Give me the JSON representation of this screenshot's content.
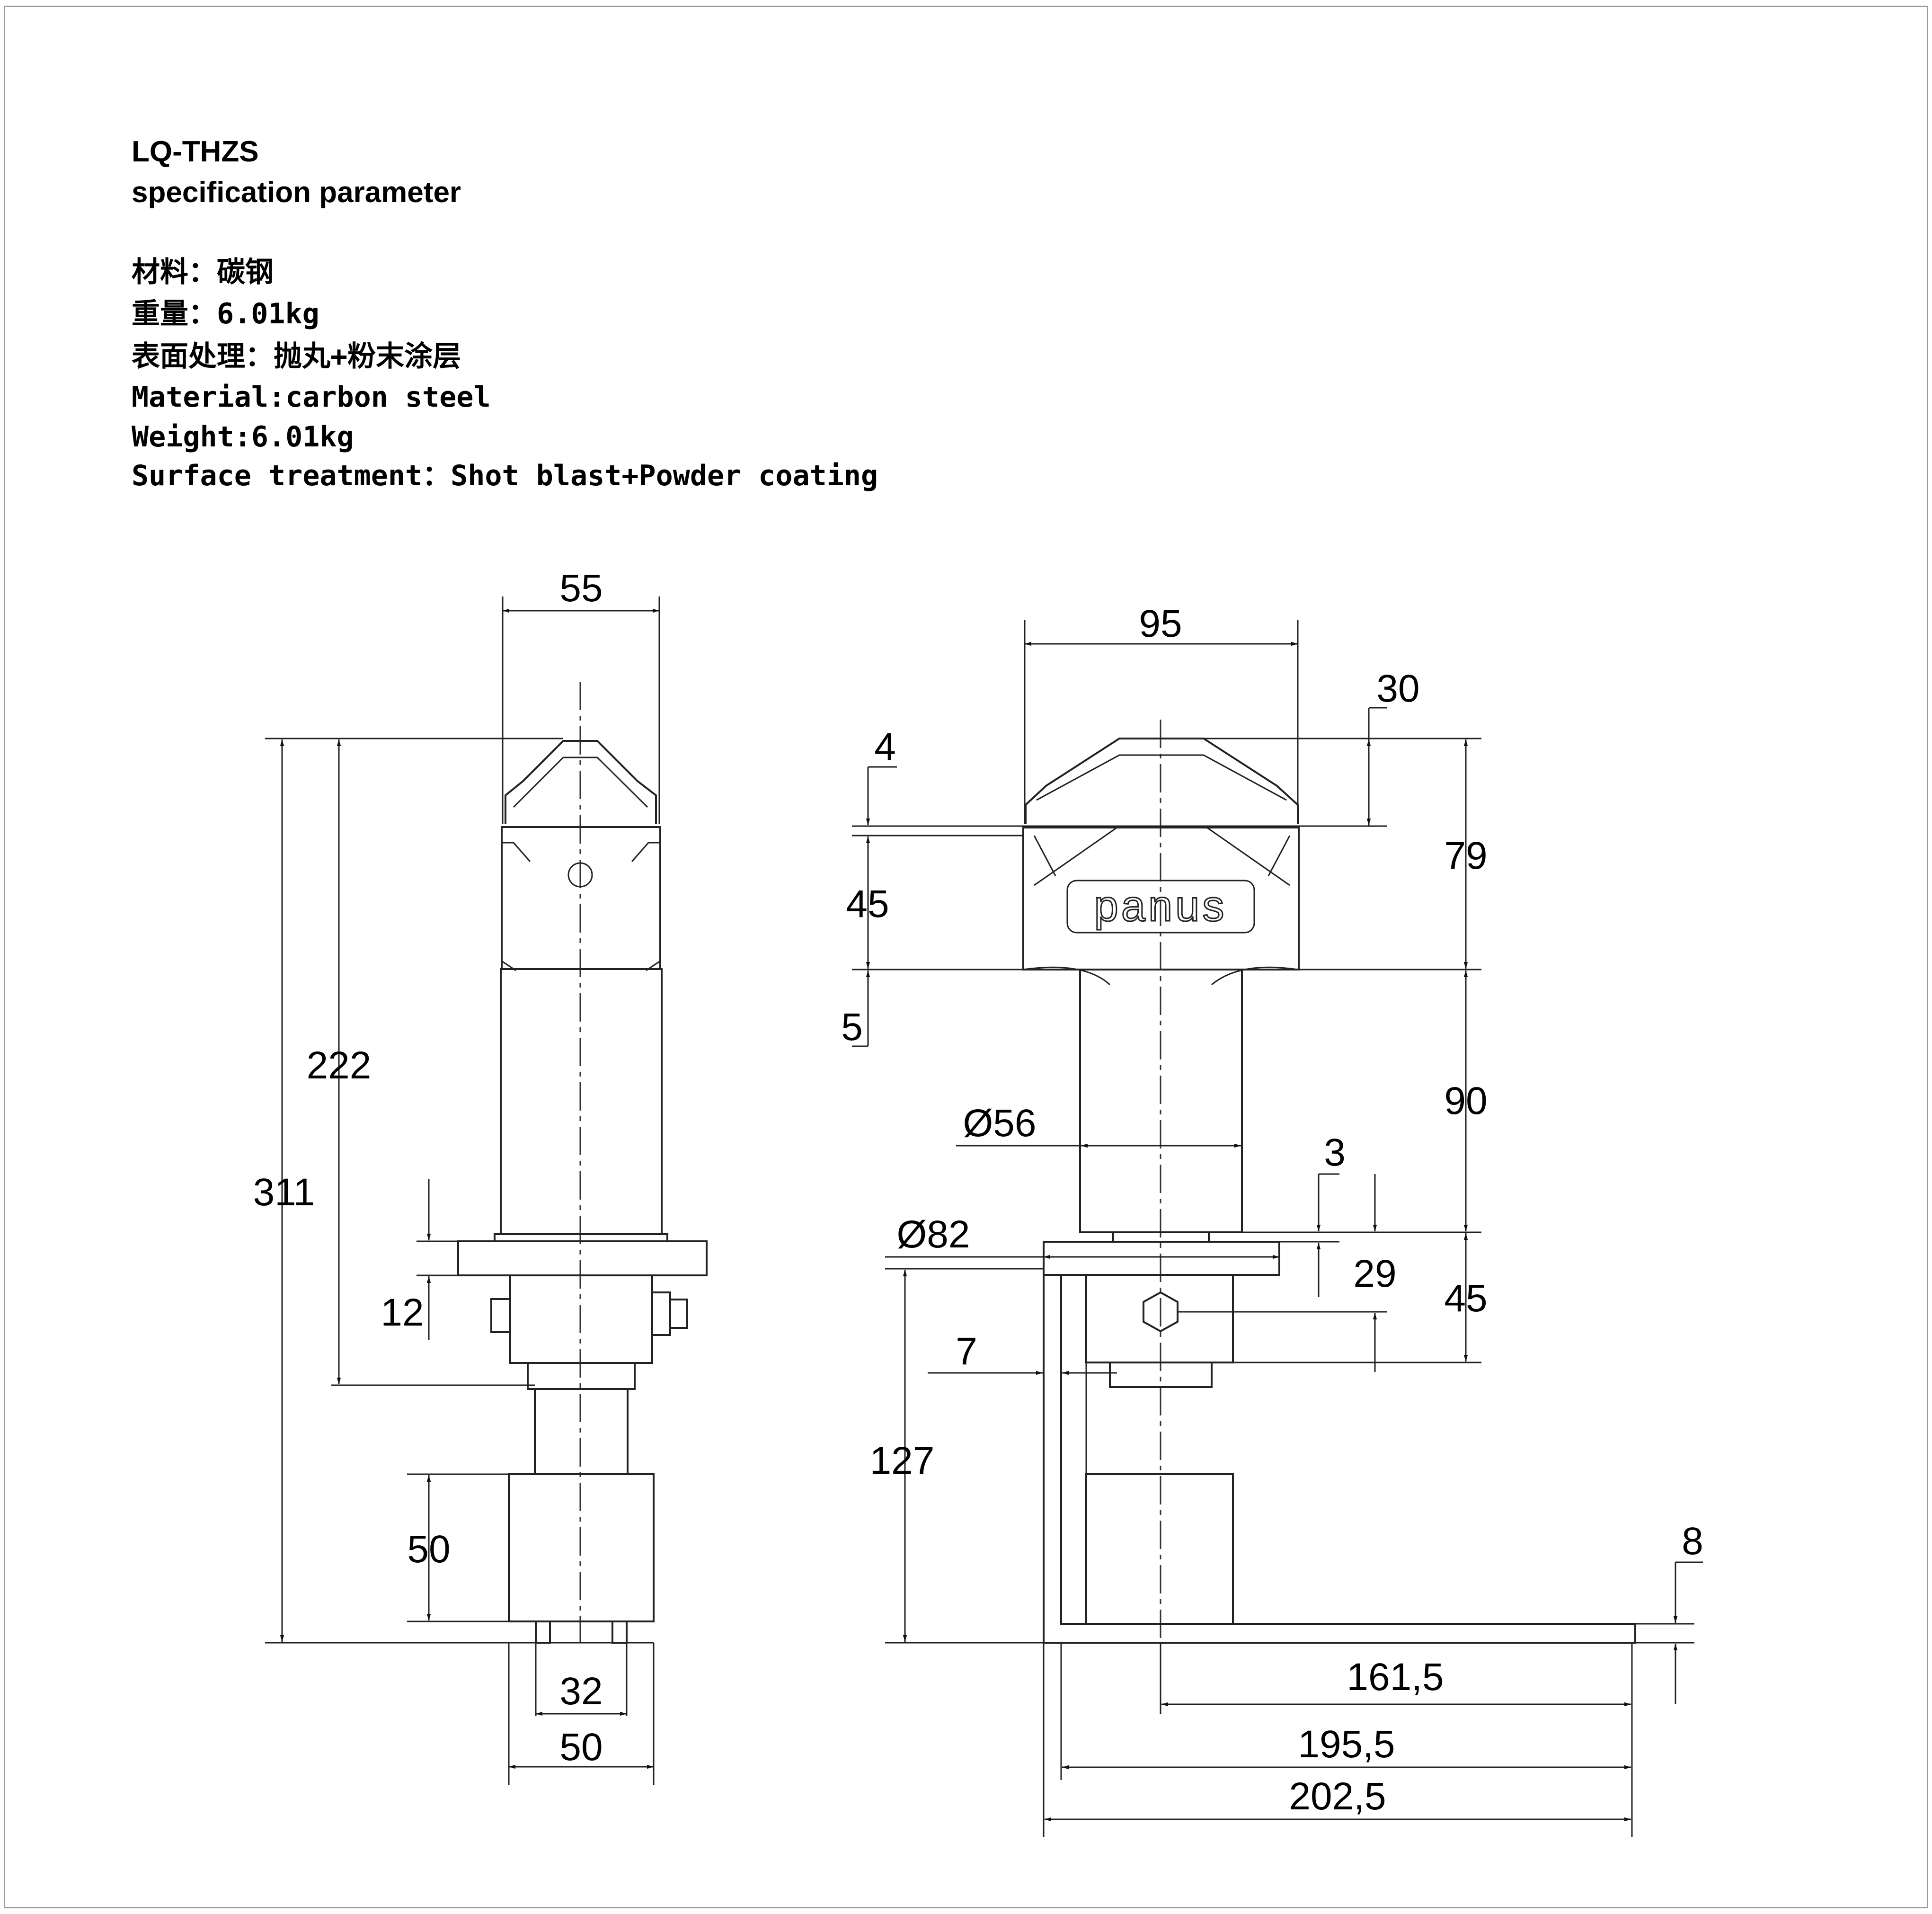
{
  "spec": {
    "title": "LQ-THZS",
    "subtitle": "specification parameter",
    "lines": [
      "材料：碳钢",
      "重量：6.01kg",
      "表面处理：抛丸+粉末涂层",
      "Material:carbon steel",
      "Weight:6.01kg",
      "Surface treatment：Shot blast+Powder coating"
    ]
  },
  "logo_text": "panus",
  "dimensions": {
    "side": {
      "top_width": "55",
      "overall_height": "311",
      "upper_height": "222",
      "flange_thickness": "12",
      "foot_height": "50",
      "foot_inner_width": "32",
      "foot_width": "50"
    },
    "front": {
      "head_width": "95",
      "cap_height": "30",
      "step_top": "4",
      "head_body": "45",
      "step_bottom": "5",
      "head_total": "79",
      "post_height": "90",
      "post_diameter": "Ø56",
      "flange_thickness": "3",
      "flange_diameter": "Ø82",
      "bolt_height": "29",
      "collar_height": "45",
      "bracket_offset": "7",
      "bracket_height": "127",
      "plate_thickness": "8",
      "arm_length": "161,5",
      "span_inner": "195,5",
      "span_total": "202,5"
    }
  }
}
